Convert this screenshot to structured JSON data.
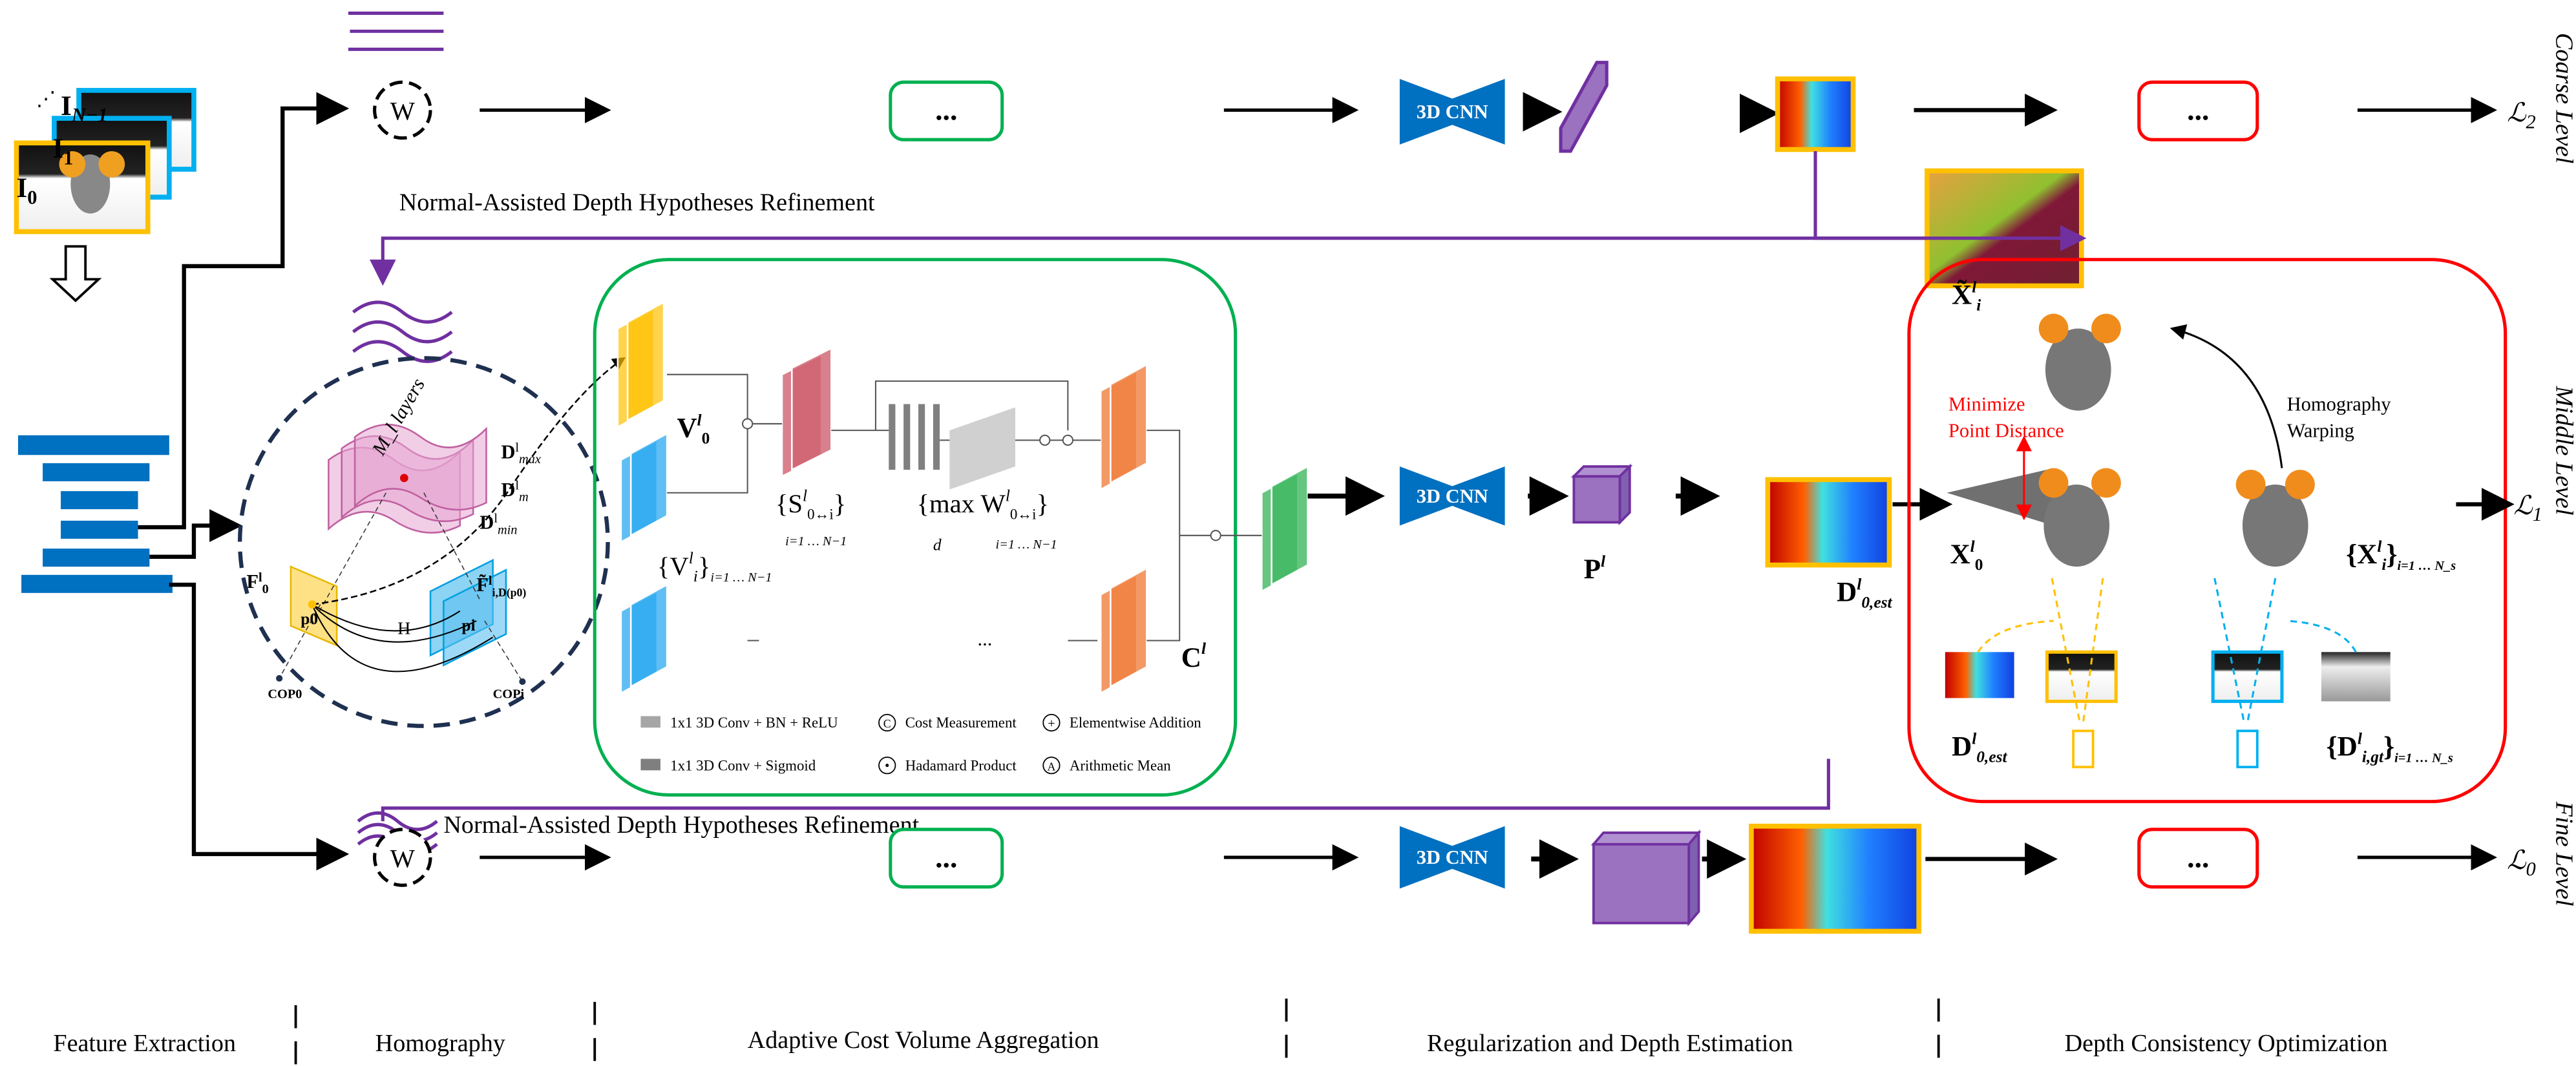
{
  "inputs": {
    "images": [
      {
        "base": "I",
        "sub": "N−1"
      },
      {
        "base": "I",
        "sub": "1"
      },
      {
        "base": "I",
        "sub": "0"
      }
    ],
    "ellipsis": "⋰"
  },
  "warp_symbol": "W",
  "ellipsis_box": "...",
  "cnn_label": "3D CNN",
  "refinement_label": "Normal-Assisted Depth Hypotheses Refinement",
  "levels": {
    "coarse": "Coarse Level",
    "middle": "Middle Level",
    "fine": "Fine Level"
  },
  "losses": [
    {
      "base": "ℒ",
      "sub": "2"
    },
    {
      "base": "ℒ",
      "sub": "1"
    },
    {
      "base": "ℒ",
      "sub": "0"
    }
  ],
  "homography_panel": {
    "layers": "M_l layers",
    "dmax": {
      "base": "D",
      "sup": "l",
      "sub": "max"
    },
    "dm": {
      "base": "D",
      "sup": "l",
      "sub": "m"
    },
    "dmin": {
      "base": "D",
      "sup": "l",
      "sub": "min"
    },
    "f0": {
      "base": "F",
      "sup": "l",
      "sub": "0"
    },
    "fi": {
      "base": "F̃",
      "sup": "l",
      "sub": "i,D(p0)"
    },
    "p0": "p0",
    "pi": "pi",
    "h": "H",
    "cop0": "COP0",
    "copi": "COPi"
  },
  "aggregation": {
    "v0": {
      "base": "V",
      "sup": "l",
      "sub": "0"
    },
    "vi": {
      "base": "{V",
      "sup": "l",
      "sub": "i",
      "tail": "}",
      "range": "i=1 … N−1"
    },
    "s": {
      "base": "{S",
      "sup": "l",
      "sub": "0↔i",
      "tail": "}",
      "range": "i=1 … N−1"
    },
    "w": {
      "base": "{max W",
      "sup": "l",
      "sub": "0↔i",
      "tail": "}",
      "range": "i=1 … N−1",
      "under": "d"
    },
    "c": {
      "base": "C",
      "sup": "l"
    },
    "dots_h": "...",
    "legend": [
      {
        "symbol": "",
        "label": "1x1 3D Conv + BN + ReLU",
        "color": "#a6a6a6"
      },
      {
        "symbol": "",
        "label": "1x1 3D Conv + Sigmoid",
        "color": "#7f7f7f"
      },
      {
        "symbol": "C",
        "label": "Cost Measurement"
      },
      {
        "symbol": "⊙",
        "label": "Hadamard Product"
      },
      {
        "symbol": "+",
        "label": "Elementwise Addition"
      },
      {
        "symbol": "A",
        "label": "Arithmetic Mean"
      }
    ]
  },
  "regularization": {
    "p": {
      "base": "P",
      "sup": "l"
    },
    "d": {
      "base": "D",
      "sup": "l",
      "sub": "0,est"
    }
  },
  "consistency": {
    "xi_tilde": {
      "base": "X̃",
      "sup": "l",
      "sub": "i"
    },
    "x0": {
      "base": "X",
      "sup": "l",
      "sub": "0"
    },
    "xi": {
      "base": "{X",
      "sup": "l",
      "sub": "i",
      "tail": "}",
      "range": "i=1 … N_s"
    },
    "d0": {
      "base": "D",
      "sup": "l",
      "sub": "0,est"
    },
    "dgt": {
      "base": "{D",
      "sup": "l",
      "sub": "i,gt",
      "tail": "}",
      "range": "i=1 … N_s"
    },
    "minimize": [
      "Minimize",
      "Point Distance"
    ],
    "warping": [
      "Homography",
      "Warping"
    ]
  },
  "stages": [
    "Feature Extraction",
    "Homography",
    "Adaptive Cost Volume Aggregation",
    "Regularization and Depth Estimation",
    "Depth Consistency Optimization"
  ],
  "colors": {
    "reference": "#ffc000",
    "source": "#00b0f0",
    "feature": "#0070c0",
    "refine": "#7030a0",
    "aggregation_box": "#00b050",
    "consistency_box": "#ff0000"
  }
}
